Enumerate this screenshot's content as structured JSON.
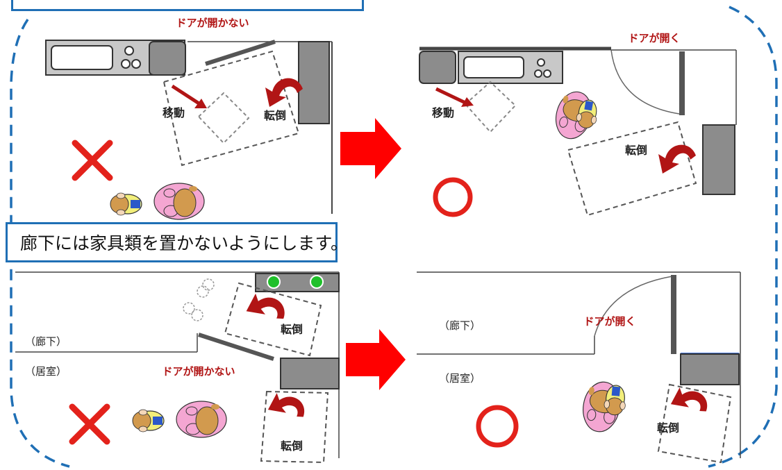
{
  "captions": {
    "top": "",
    "middle": "廊下には家具類を置かないようにします。"
  },
  "labels": {
    "door_closed": "ドアが開かない",
    "door_open": "ドアが開く",
    "move": "移動",
    "fall": "転倒",
    "corridor": "（廊下）",
    "room": "（居室）"
  },
  "colors": {
    "frame": "#1f6fb5",
    "arrow": "#ff0000",
    "mark": "#e3221b",
    "fall_arrow": "#b11515",
    "label": "#b11515",
    "furniture": "#8c8c8c",
    "person_body": "#f4a6d2",
    "person_hair": "#d29a4e",
    "child_shirt": "#f2ee7a",
    "green_light": "#1fc02a"
  },
  "marks": {
    "bad": "×",
    "good": "○"
  }
}
